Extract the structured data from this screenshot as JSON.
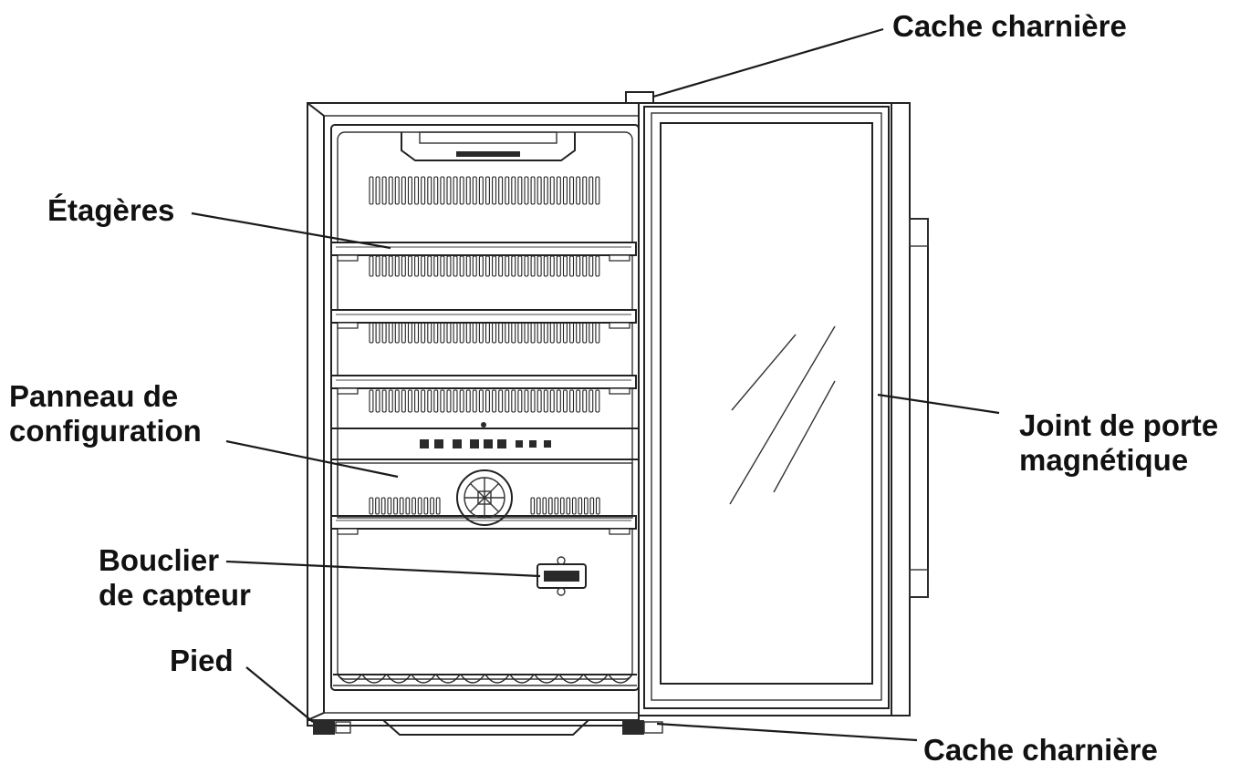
{
  "labels": {
    "hinge_top": "Cache charnière",
    "shelves": "Étagères",
    "config_panel": [
      "Panneau de",
      "configuration"
    ],
    "sensor_shield": [
      "Bouclier",
      "de capteur"
    ],
    "foot": "Pied",
    "door_seal": [
      "Joint de porte",
      "magnétique"
    ],
    "hinge_bottom": "Cache charnière"
  },
  "colors": {
    "line": "#1a1a1a",
    "text": "#111111",
    "background": "#ffffff"
  }
}
